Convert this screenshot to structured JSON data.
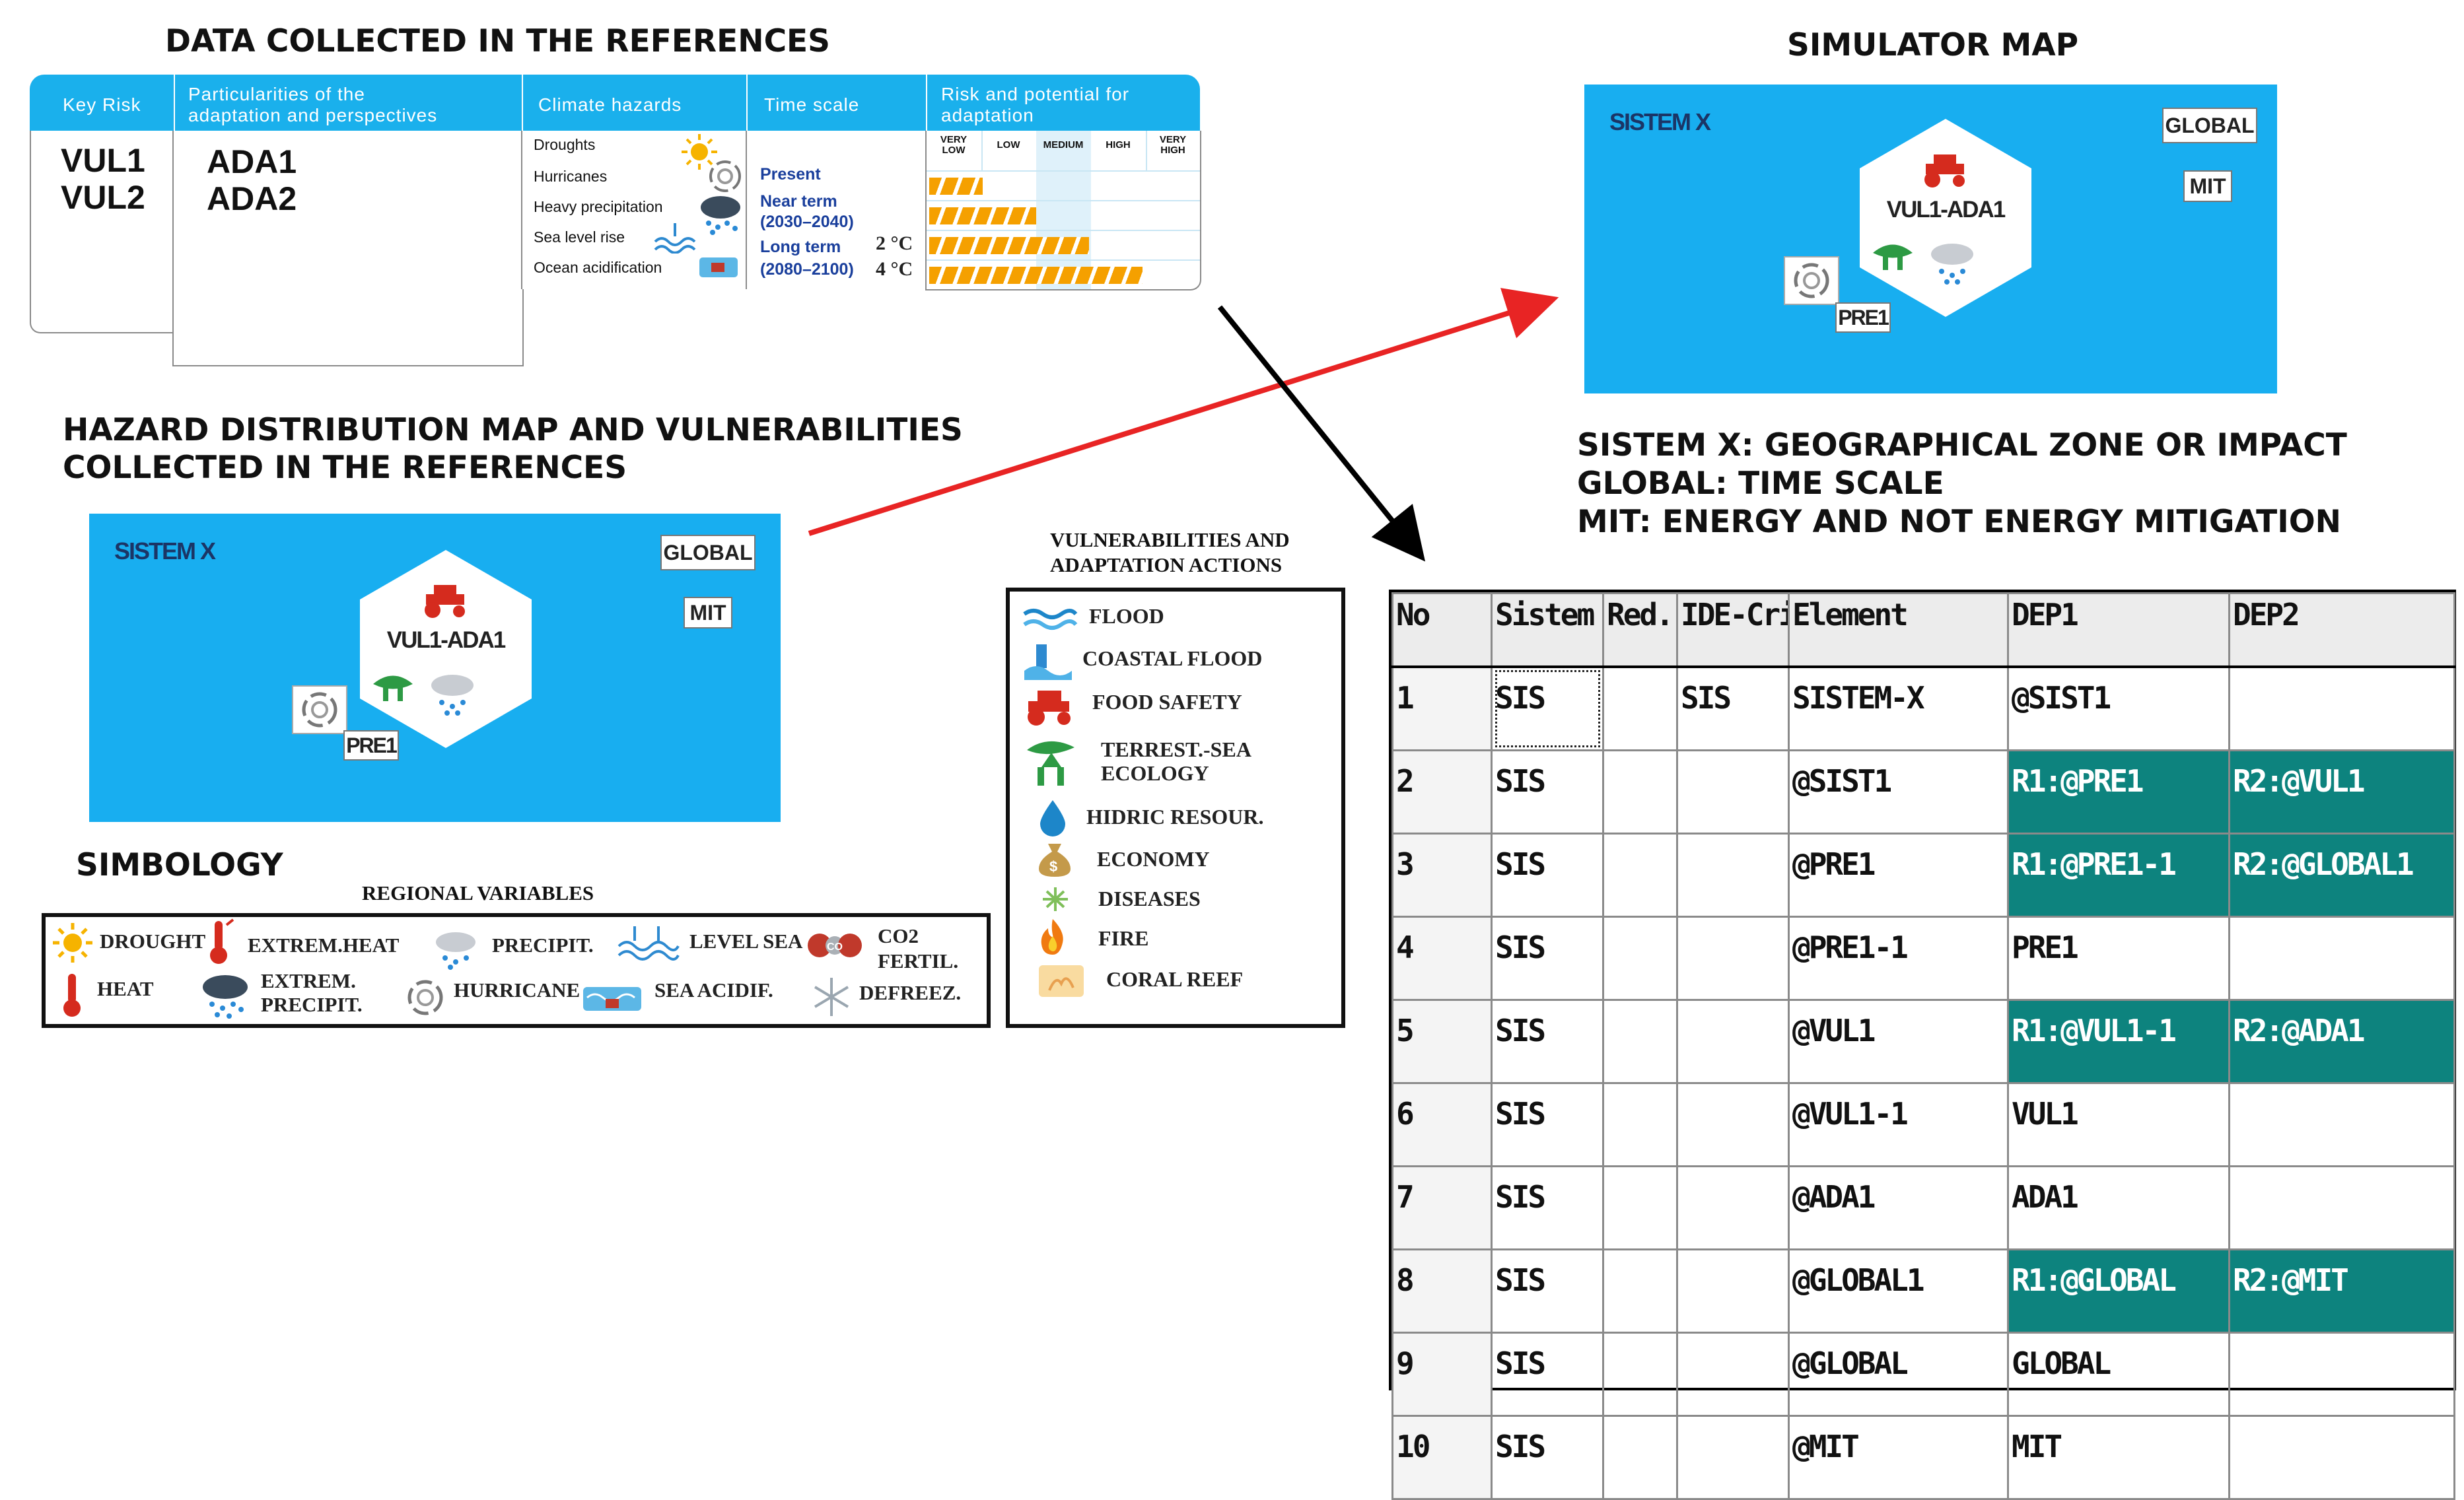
{
  "headings": {
    "data_collected": "DATA COLLECTED IN THE REFERENCES",
    "simulator_map": "SIMULATOR MAP",
    "hazard_map_line1": "HAZARD DISTRIBUTION MAP AND VULNERABILITIES",
    "hazard_map_line2": "COLLECTED IN THE REFERENCES",
    "simbology": "SIMBOLOGY",
    "legend_line1": "SISTEM X: GEOGRAPHICAL ZONE OR IMPACT",
    "legend_line2": "GLOBAL: TIME SCALE",
    "legend_line3": "MIT: ENERGY AND NOT ENERGY MITIGATION"
  },
  "references": {
    "headers": {
      "key_risk": "Key Risk",
      "particularities_1": "Particularities of the",
      "particularities_2": "adaptation and perspectives",
      "climate_hazards": "Climate hazards",
      "time_scale": "Time scale",
      "risk_1": "Risk and potential for",
      "risk_2": "adaptation"
    },
    "key_risks": [
      "VUL1",
      "VUL2"
    ],
    "adaptations": [
      "ADA1",
      "ADA2"
    ],
    "hazards": [
      "Droughts",
      "Hurricanes",
      "Heavy precipitation",
      "Sea level rise",
      "Ocean acidification"
    ],
    "time_scale": {
      "present": "Present",
      "near_term": "Near term",
      "near_range": "(2030–2040)",
      "long_term": "Long term",
      "long_range": "(2080–2100)",
      "temp_2": "2 °C",
      "temp_4": "4 °C"
    },
    "risk_levels": [
      "VERY LOW",
      "LOW",
      "MEDIUM",
      "HIGH",
      "VERY HIGH"
    ],
    "risk_bars": [
      0.2,
      0.4,
      0.6,
      0.8
    ]
  },
  "hazard_map": {
    "system": "SISTEM X",
    "global": "GLOBAL",
    "mit": "MIT",
    "vul_ada": "VUL1-ADA1",
    "pre": "PRE1"
  },
  "simulator_map": {
    "system": "SISTEM X",
    "global": "GLOBAL",
    "mit": "MIT",
    "vul_ada": "VUL1-ADA1",
    "pre": "PRE1"
  },
  "symbology": {
    "title": "REGIONAL VARIABLES",
    "drought": "DROUGHT",
    "extrem_heat": "EXTREM.HEAT",
    "precipit": "PRECIPIT.",
    "level_sea": "LEVEL SEA",
    "co2": "CO2",
    "fertil": "FERTIL.",
    "heat": "HEAT",
    "extrem_1": "EXTREM.",
    "extrem_2": "PRECIPIT.",
    "hurricane": "HURRICANE",
    "sea_acidif": "SEA ACIDIF.",
    "defreez": "DEFREEZ."
  },
  "vulnerabilities": {
    "title_1": "VULNERABILITIES AND",
    "title_2": "ADAPTATION ACTIONS",
    "items": [
      "FLOOD",
      "COASTAL FLOOD",
      "FOOD SAFETY",
      "TERREST.-SEA",
      "ECOLOGY",
      "HIDRIC RESOUR.",
      "ECONOMY",
      "DISEASES",
      "FIRE",
      "CORAL REEF"
    ]
  },
  "element_table": {
    "headers": [
      "No",
      "Sistem",
      "Red.",
      "IDE-Crit",
      "Element",
      "DEP1",
      "DEP2"
    ],
    "rows": [
      [
        "1",
        "SIS",
        "",
        "SIS",
        "SISTEM-X",
        "@SIST1",
        ""
      ],
      [
        "2",
        "SIS",
        "",
        "",
        "@SIST1",
        "R1:@PRE1",
        "R2:@VUL1"
      ],
      [
        "3",
        "SIS",
        "",
        "",
        "@PRE1",
        "R1:@PRE1-1",
        "R2:@GLOBAL1"
      ],
      [
        "4",
        "SIS",
        "",
        "",
        "@PRE1-1",
        "PRE1",
        ""
      ],
      [
        "5",
        "SIS",
        "",
        "",
        "@VUL1",
        "R1:@VUL1-1",
        "R2:@ADA1"
      ],
      [
        "6",
        "SIS",
        "",
        "",
        "@VUL1-1",
        "VUL1",
        ""
      ],
      [
        "7",
        "SIS",
        "",
        "",
        "@ADA1",
        "ADA1",
        ""
      ],
      [
        "8",
        "SIS",
        "",
        "",
        "@GLOBAL1",
        "R1:@GLOBAL",
        "R2:@MIT"
      ],
      [
        "9",
        "SIS",
        "",
        "",
        "@GLOBAL",
        "GLOBAL",
        ""
      ],
      [
        "10",
        "SIS",
        "",
        "",
        "@MIT",
        "MIT",
        ""
      ]
    ],
    "highlight_color": "#0d837e"
  },
  "colors": {
    "map_blue": "#18aef0",
    "header_blue": "#1ab0ec",
    "risk_orange": "#f5a000",
    "arrow_red": "#e82424",
    "arrow_black": "#000000"
  }
}
